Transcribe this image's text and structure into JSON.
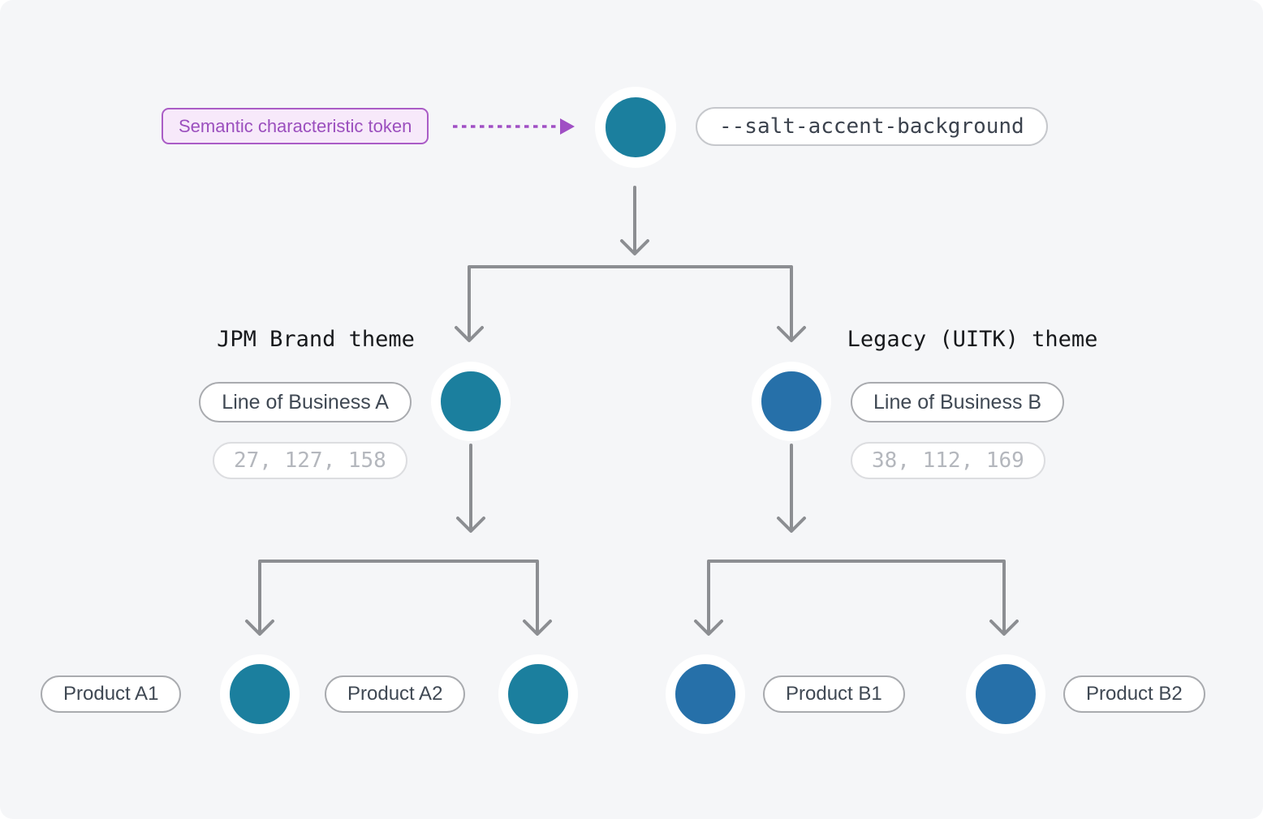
{
  "colors": {
    "canvas_bg": "#f5f6f8",
    "arrow_gray": "#8c8e92",
    "annotation_purple": "#a04fc4",
    "teal": "#1b7f9e",
    "blue": "#2670a9"
  },
  "annotation": {
    "label": "Semantic characteristic token"
  },
  "root_token": {
    "name": "--salt-accent-background",
    "swatch_color": "#1b7f9e"
  },
  "themes": [
    {
      "title": "JPM Brand theme",
      "line_of_business": "Line of Business A",
      "rgb_value": "27, 127, 158",
      "swatch_color": "#1b7f9e",
      "products": [
        {
          "label": "Product A1",
          "swatch_color": "#1b7f9e"
        },
        {
          "label": "Product A2",
          "swatch_color": "#1b7f9e"
        }
      ]
    },
    {
      "title": "Legacy (UITK) theme",
      "line_of_business": "Line of Business B",
      "rgb_value": "38, 112, 169",
      "swatch_color": "#2670a9",
      "products": [
        {
          "label": "Product B1",
          "swatch_color": "#2670a9"
        },
        {
          "label": "Product B2",
          "swatch_color": "#2670a9"
        }
      ]
    }
  ]
}
